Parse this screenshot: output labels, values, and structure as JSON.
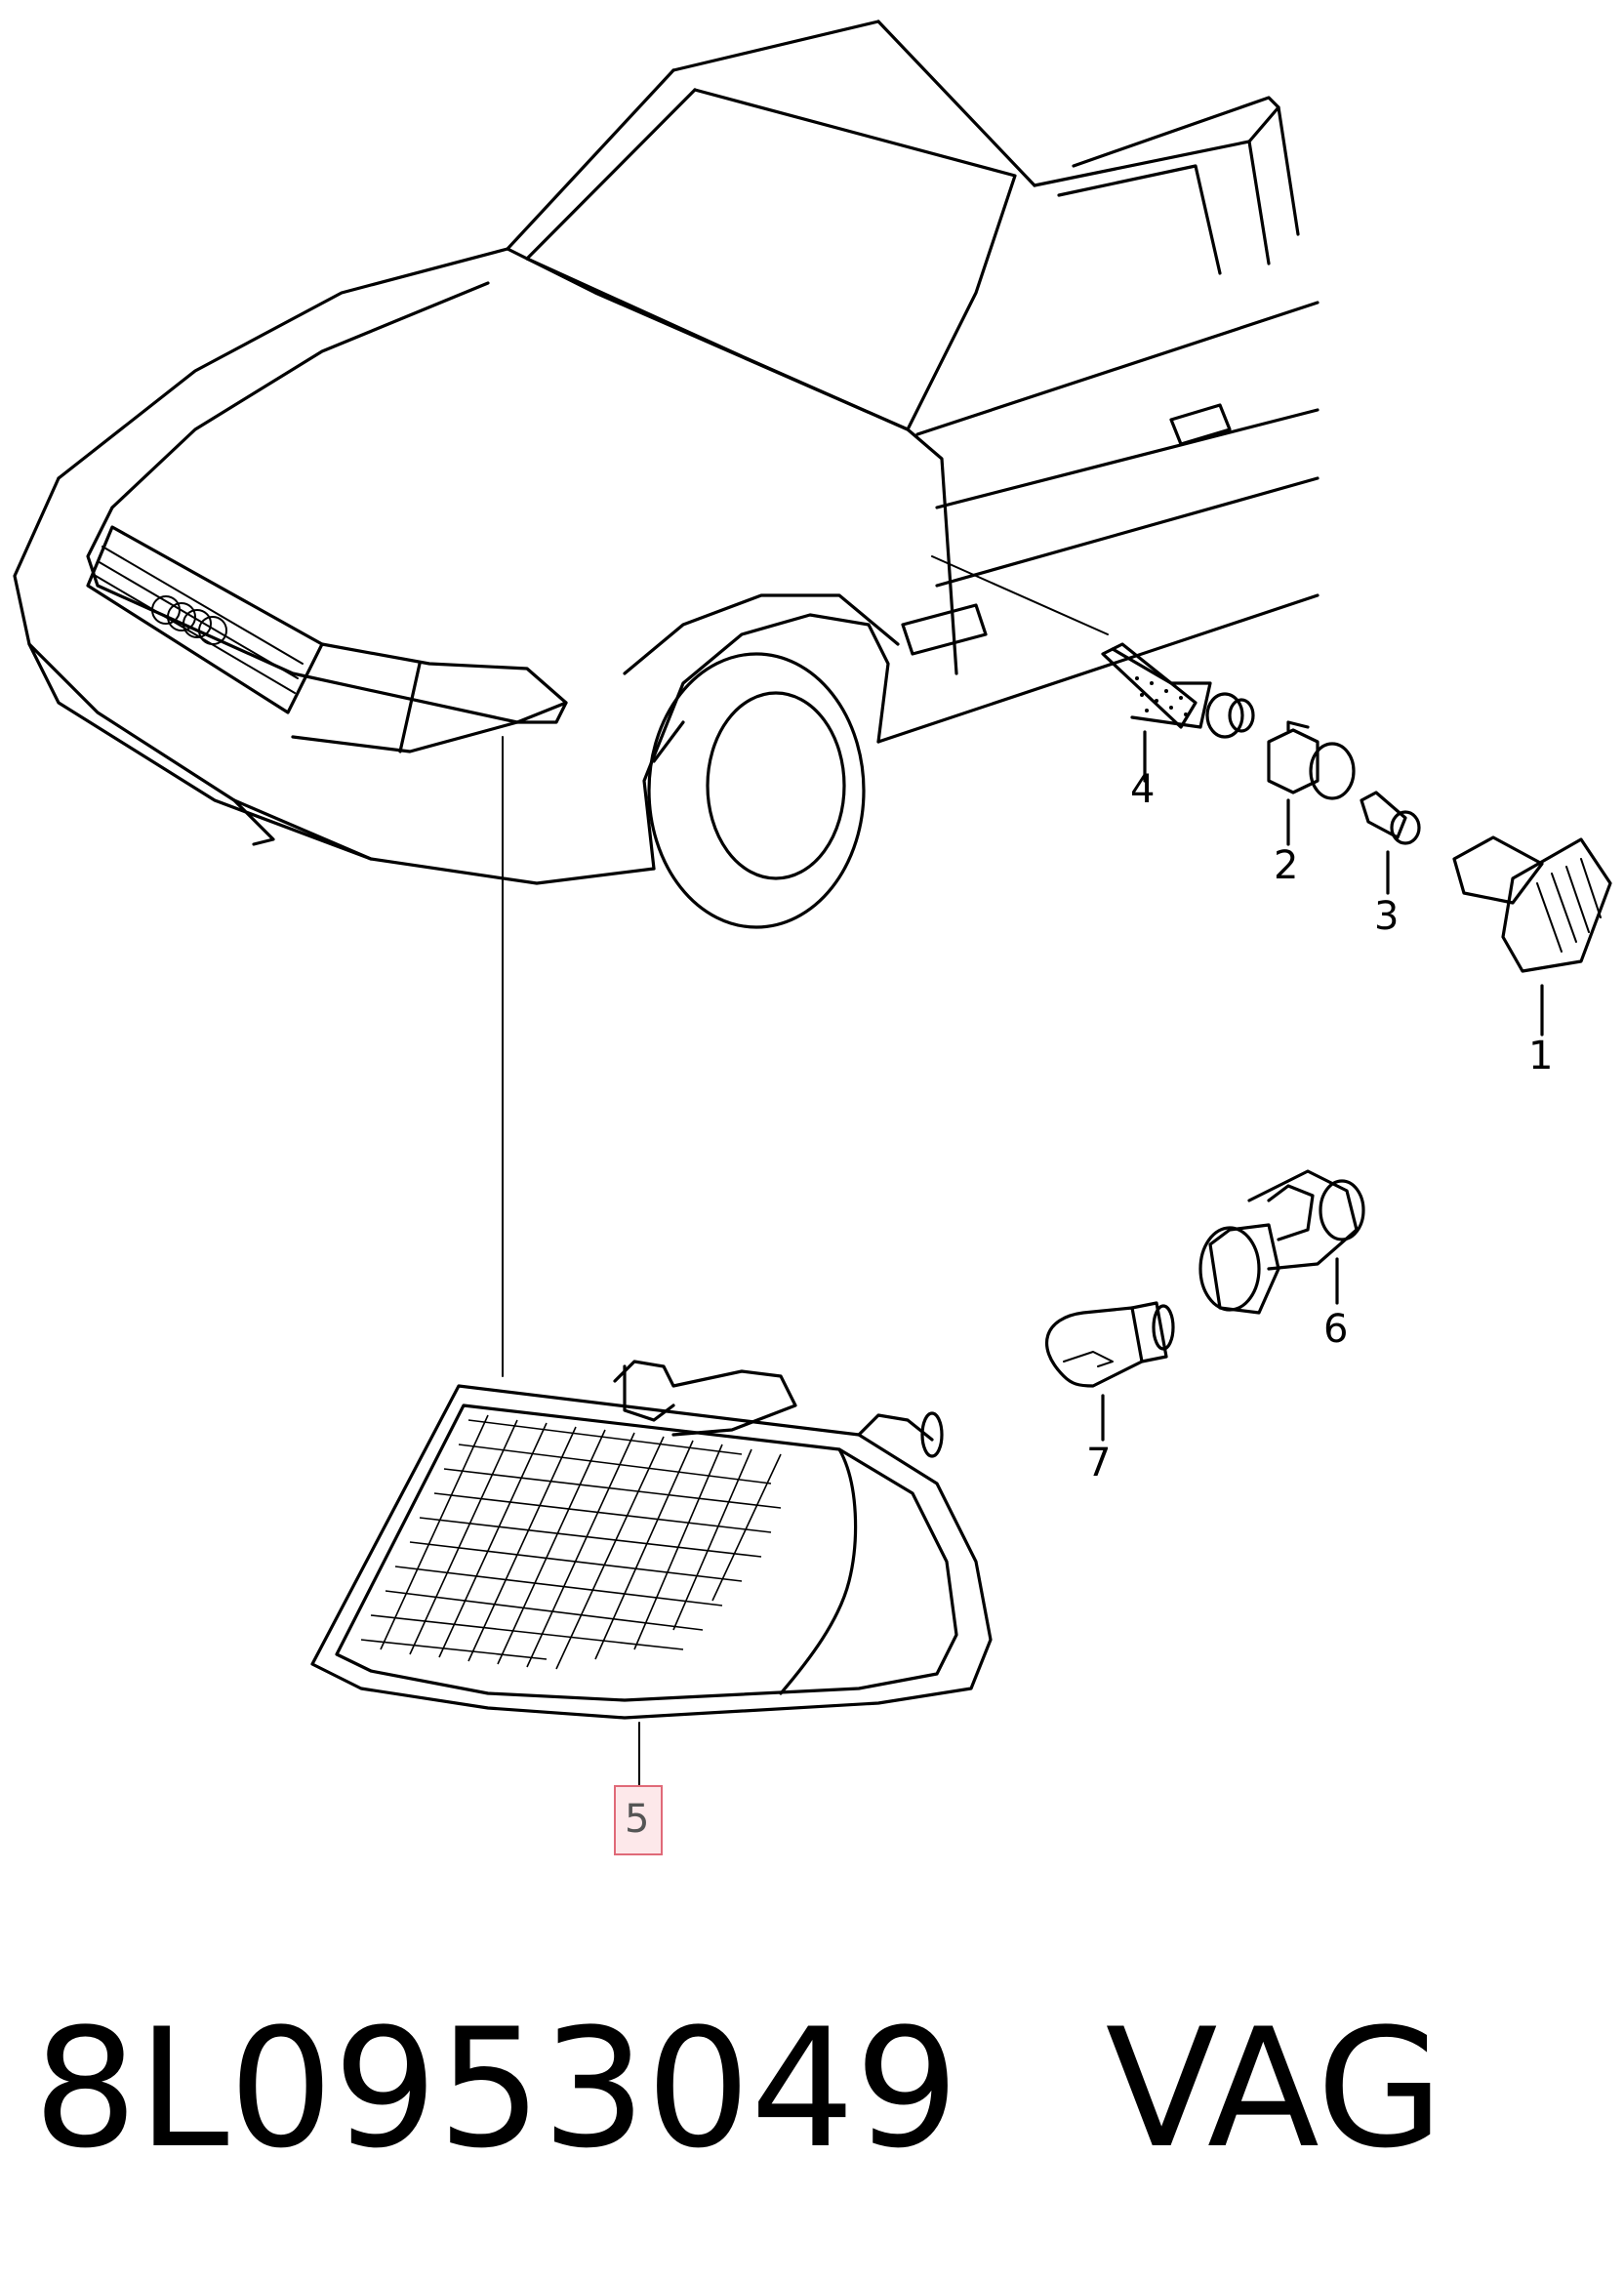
{
  "diagram": {
    "callouts": [
      {
        "id": "1",
        "label": "1"
      },
      {
        "id": "2",
        "label": "2"
      },
      {
        "id": "3",
        "label": "3"
      },
      {
        "id": "4",
        "label": "4"
      },
      {
        "id": "5",
        "label": "5",
        "highlighted": true
      },
      {
        "id": "6",
        "label": "6"
      },
      {
        "id": "7",
        "label": "7"
      }
    ],
    "highlight_color": "#e06a78"
  },
  "caption": {
    "part_number": "8L0953049",
    "brand": "VAG"
  }
}
